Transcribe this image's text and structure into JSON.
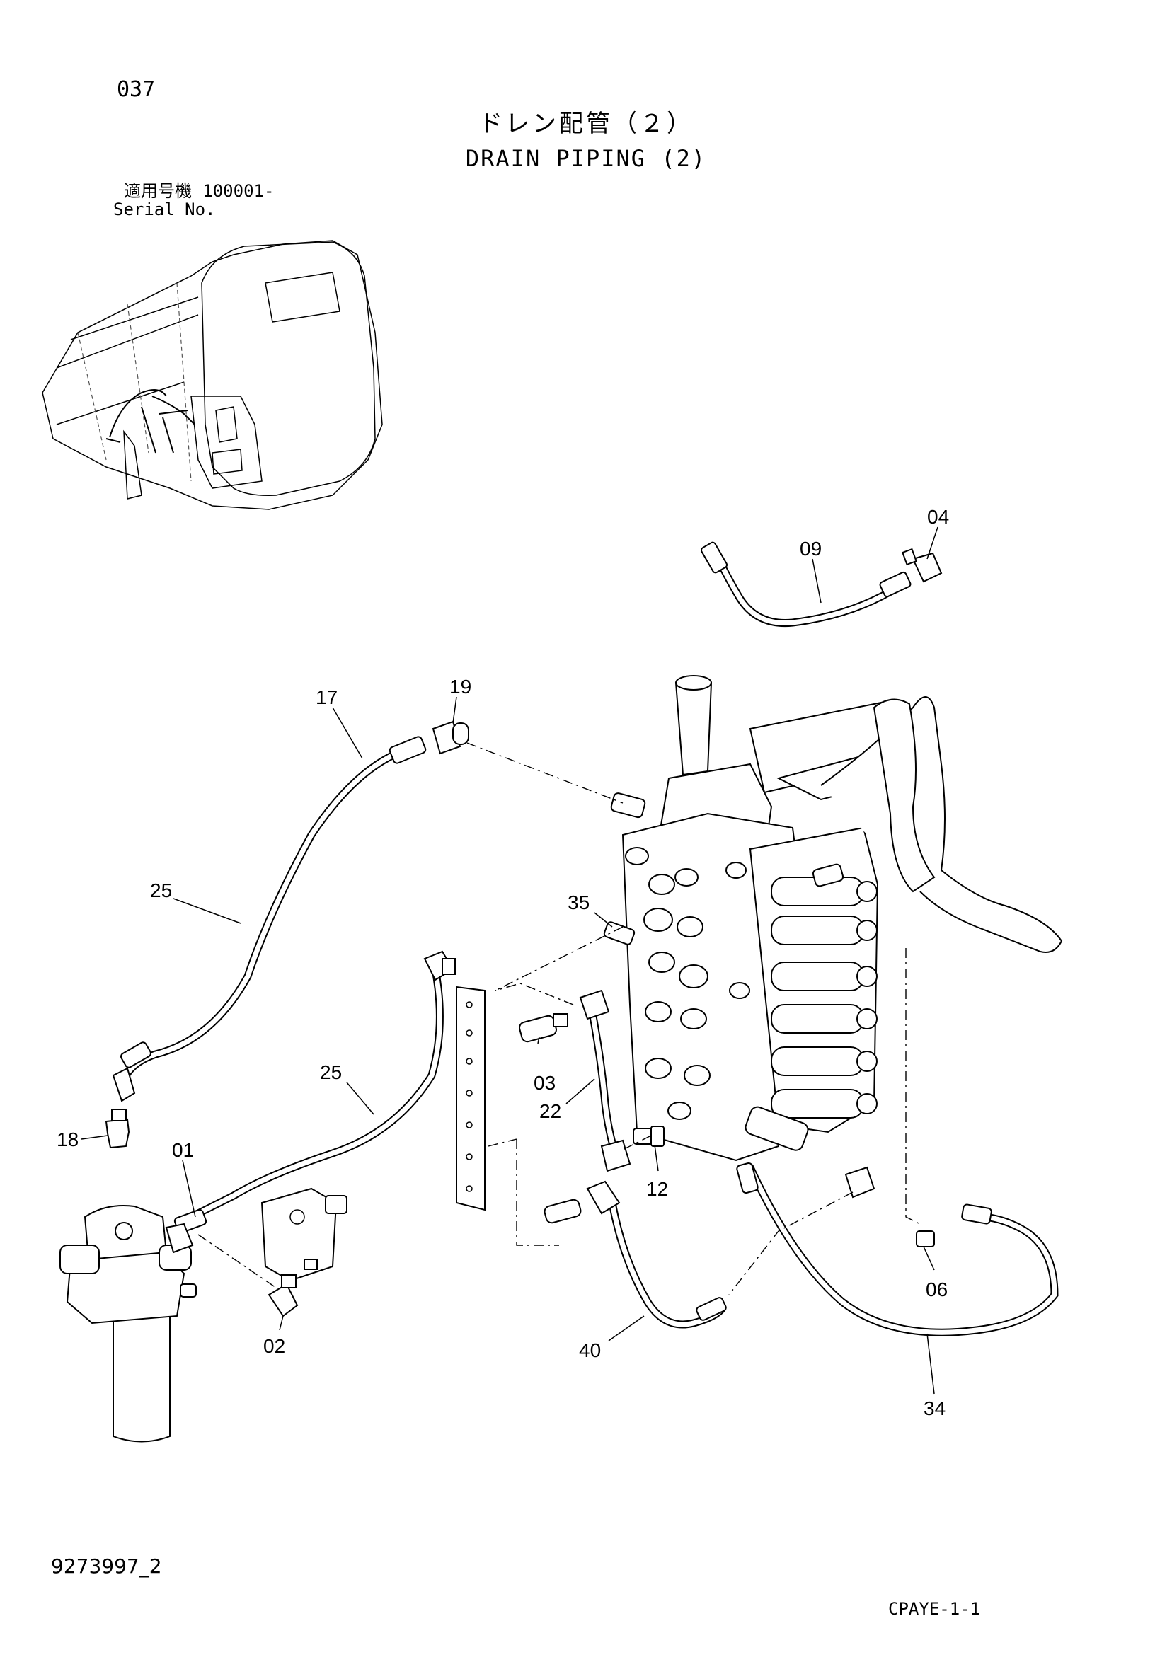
{
  "header": {
    "page_number": "037",
    "title_jp": "ドレン配管（２）",
    "title_en": "DRAIN PIPING (2)",
    "serial_label_jp": "適用号機",
    "serial_value": "100001-",
    "serial_label_en": "Serial No."
  },
  "callouts": {
    "p01": "01",
    "p02": "02",
    "p03": "03",
    "p04": "04",
    "p06": "06",
    "p09": "09",
    "p12": "12",
    "p17": "17",
    "p18": "18",
    "p19": "19",
    "p22": "22",
    "p25a": "25",
    "p25b": "25",
    "p34": "34",
    "p35": "35",
    "p40": "40"
  },
  "footer": {
    "document_id": "9273997_2",
    "code": "CPAYE-1-1"
  }
}
